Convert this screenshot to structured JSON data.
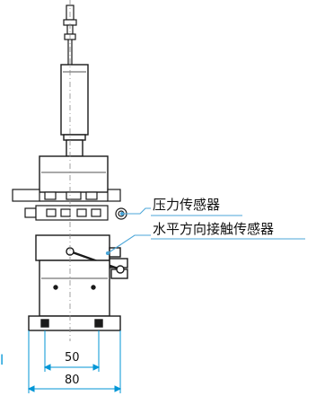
{
  "labels": {
    "pressure_sensor": "压力传感器",
    "horizontal_contact_sensor": "水平方向接触传感器"
  },
  "dimensions": {
    "inner_width": "50",
    "outer_width": "80"
  },
  "edge_mark": "l",
  "colors": {
    "outline": "#1a1a1a",
    "dimension": "#0096d6",
    "leader": "#4ba6d8",
    "centerline": "#888888"
  }
}
